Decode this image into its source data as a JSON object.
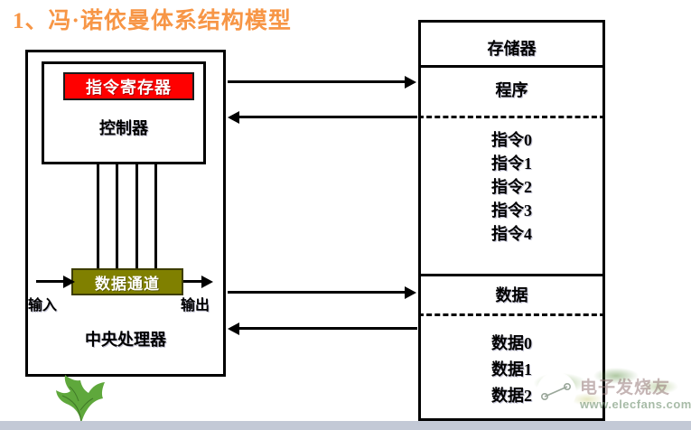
{
  "title": "1、冯·诺依曼体系结构模型",
  "cpu": {
    "box_label": "中央处理器",
    "controller": {
      "label": "控制器",
      "instruction_register": "指令寄存器",
      "ir_color": "#FF0000",
      "ir_text_color": "#FFFFFF"
    },
    "datapath": {
      "label": "数据通道",
      "color": "#808000",
      "text_color": "#FFFFFF"
    },
    "input_label": "输入",
    "output_label": "输出",
    "bus_count": 4
  },
  "memory": {
    "title": "存储器",
    "program_label": "程序",
    "instructions": [
      "指令0",
      "指令1",
      "指令2",
      "指令3",
      "指令4"
    ],
    "data_label": "数据",
    "data_items": [
      "数据0",
      "数据1",
      "数据2"
    ]
  },
  "arrows": {
    "cpu_to_memory_program": "right-arrow",
    "memory_program_to_cpu": "left-arrow",
    "cpu_to_memory_data": "right-arrow",
    "memory_data_to_cpu": "left-arrow",
    "input_arrow": "right-arrow",
    "output_arrow": "right-arrow"
  },
  "watermark": {
    "brand": "电子发烧友",
    "url": "www.elecfans.com"
  },
  "colors": {
    "title": "#F79646",
    "outline": "#000000",
    "bottom_bar": "#C3C9D6"
  }
}
